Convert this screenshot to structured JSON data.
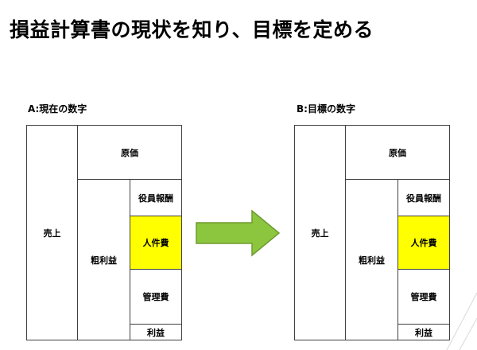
{
  "title": "損益計算書の現状を知り、目標を定める",
  "diagrams": [
    {
      "subtitle": "A:現在の数字",
      "cells": {
        "sales": "売上",
        "cost": "原価",
        "gross": "粗利益",
        "officer": "役員報酬",
        "personnel": "人件費",
        "admin": "管理費",
        "profit": "利益"
      }
    },
    {
      "subtitle": "B:目標の数字",
      "cells": {
        "sales": "売上",
        "cost": "原価",
        "gross": "粗利益",
        "officer": "役員報酬",
        "personnel": "人件費",
        "admin": "管理費",
        "profit": "利益"
      }
    }
  ],
  "colors": {
    "highlight": "#ffff00",
    "arrow_fill": "#8cc63f",
    "arrow_stroke": "#6f9a2f",
    "border": "#404040"
  }
}
